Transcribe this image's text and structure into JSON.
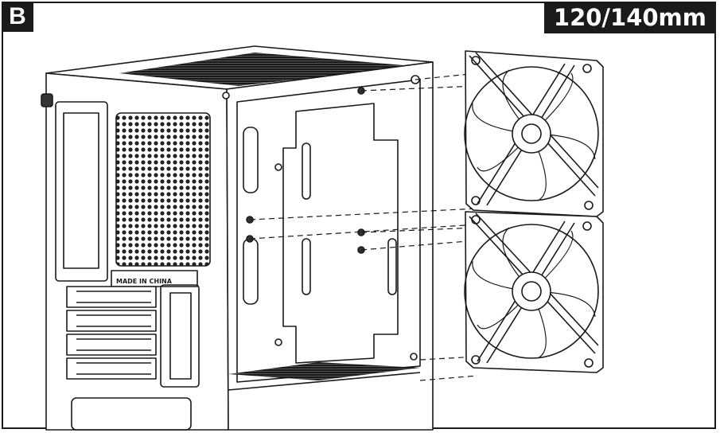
{
  "step_label": "B",
  "fan_size_label": "120/140mm",
  "case_stamp": "MADE IN CHINA",
  "colors": {
    "ink": "#1a1a1a",
    "paper": "#ffffff"
  },
  "icons": [
    "pc-case-illustration",
    "case-fan-illustration",
    "screw-icon"
  ]
}
